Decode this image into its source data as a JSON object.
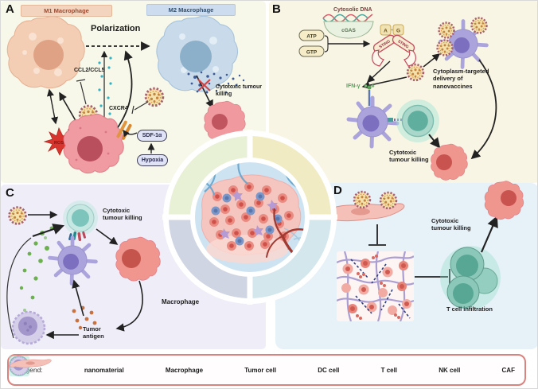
{
  "figure": {
    "panel_a": {
      "label": "A",
      "m1_title": "M1 Macrophage",
      "m2_title": "M2 Macrophage",
      "polarization": "Polarization",
      "ccl": "CCL2/CCL5",
      "cxcr4": "CXCR4",
      "ros": "ROS",
      "sdf1a": "SDF-1α",
      "hypoxia": "Hypoxia",
      "cytotoxic_killing": "Cytotoxic tumour killing"
    },
    "panel_b": {
      "label": "B",
      "cytosolic_dna": "Cytosolic DNA",
      "cgas": "cGAS",
      "atp": "ATP",
      "gtp": "GTP",
      "nt_a": "A",
      "nt_g": "G",
      "sting_left": "STING",
      "sting_right": "STING",
      "ifn_gamma": "IFN-γ",
      "delivery": "Cytoplasm-targeted delivery of nanovaccines",
      "cytotoxic_killing": "Cytotoxic tumour killing"
    },
    "panel_c": {
      "label": "C",
      "cytotoxic_killing": "Cytotoxic tumour killing",
      "macrophage": "Macrophage",
      "tumor_antigen": "Tumor antigen"
    },
    "panel_d": {
      "label": "D",
      "cytotoxic_killing": "Cytotoxic tumour killing",
      "t_cell_infiltration": "T cell infiltration"
    }
  },
  "legend": {
    "title": "Legend:",
    "items": [
      {
        "icon": "nanomaterial-icon",
        "label": "nanomaterial"
      },
      {
        "icon": "macrophage-icon",
        "label": "Macrophage"
      },
      {
        "icon": "tumor-cell-icon",
        "label": "Tumor cell"
      },
      {
        "icon": "dc-cell-icon",
        "label": "DC cell"
      },
      {
        "icon": "t-cell-icon",
        "label": "T cell"
      },
      {
        "icon": "nk-cell-icon",
        "label": "NK cell"
      },
      {
        "icon": "caf-icon",
        "label": "CAF"
      }
    ]
  },
  "colors": {
    "panel_a_bg": "#f7f8e9",
    "panel_b_bg": "#f9f5e4",
    "panel_c_bg": "#efedf8",
    "panel_d_bg": "#e7f1f8",
    "m1_box_bg": "#f3d4be",
    "m2_box_bg": "#cddcee",
    "legend_border": "#d9827e",
    "m1_cell": "#f3cdb4",
    "m2_cell": "#c9dbea",
    "tumor_cell": "#ee8f86",
    "dc_cell": "#aba4dc",
    "t_cell": "#5fae9e",
    "nk_cell": "#d6cfe9",
    "caf_cell": "#f4c0b8",
    "nanomaterial": "#f3e2ac",
    "ros_star": "#d8352f",
    "ifn_text": "#55a05a"
  }
}
